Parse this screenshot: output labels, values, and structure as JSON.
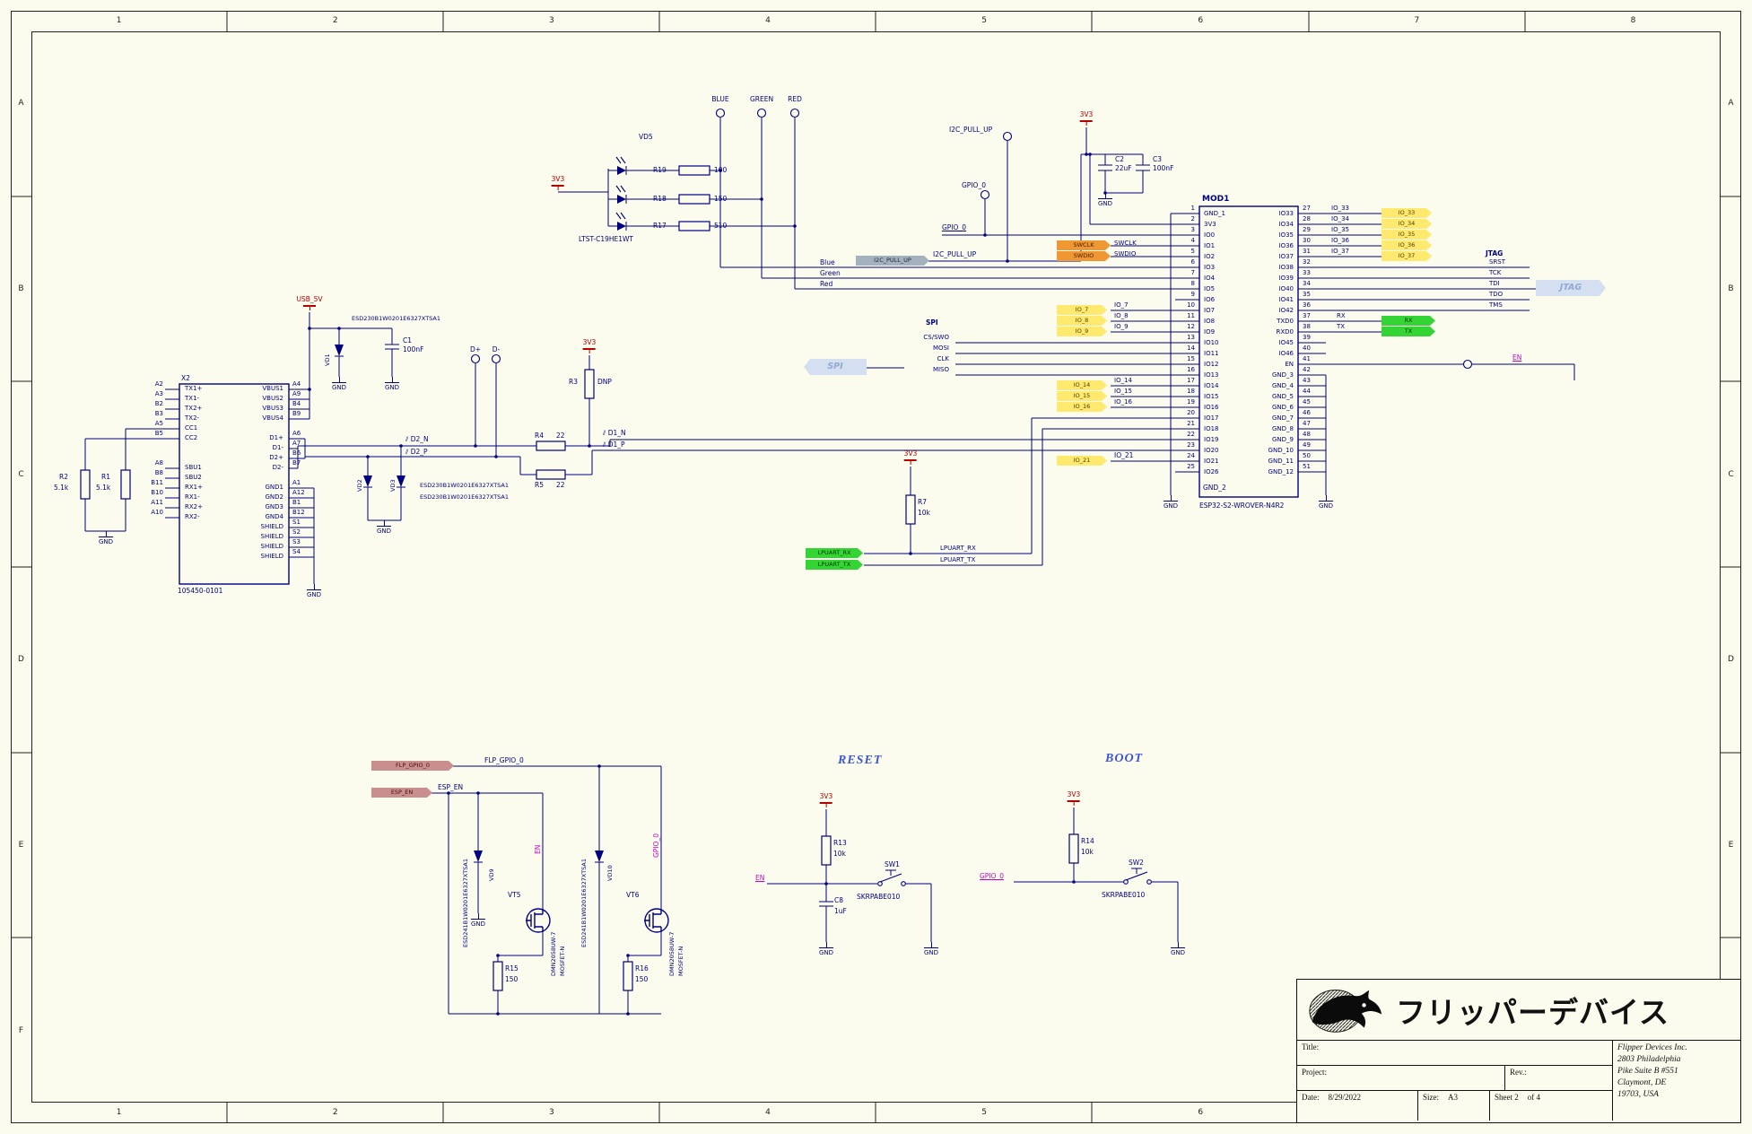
{
  "frame": {
    "cols": [
      "1",
      "2",
      "3",
      "4",
      "5",
      "6",
      "7",
      "8"
    ],
    "rows": [
      "A",
      "B",
      "C",
      "D",
      "E",
      "F"
    ]
  },
  "power": {
    "v3": "3V3",
    "gnd": "GND",
    "usb5v": "USB_5V"
  },
  "icons": {
    "diff_pair": "⫽"
  },
  "leds": {
    "refdes": "VD5",
    "part": "LTST-C19HE1WT",
    "ports": [
      "BLUE",
      "GREEN",
      "RED"
    ],
    "r": [
      {
        "ref": "R19",
        "val": "100"
      },
      {
        "ref": "R18",
        "val": "150"
      },
      {
        "ref": "R17",
        "val": "510"
      }
    ],
    "nets": [
      "Blue",
      "Green",
      "Red"
    ]
  },
  "i2c": {
    "port": "I2C_PULL_UP",
    "net": "I2C_PULL_UP",
    "flag": "I2C_PULL_UP",
    "gpio_port": "GPIO_0",
    "gpio_net": "GPIO_0",
    "c2": {
      "ref": "C2",
      "val": "22uF"
    },
    "c3": {
      "ref": "C3",
      "val": "100nF"
    }
  },
  "swd": {
    "flags": [
      "SWCLK",
      "SWDIO"
    ],
    "nets": [
      "SWCLK",
      "SWDIO"
    ]
  },
  "usb": {
    "refdes": "X2",
    "part": "105450-0101",
    "left": [
      {
        "d": "A2",
        "n": "TX1+"
      },
      {
        "d": "A3",
        "n": "TX1-"
      },
      {
        "d": "B2",
        "n": "TX2+"
      },
      {
        "d": "B3",
        "n": "TX2-"
      },
      {
        "d": "A5",
        "n": "CC1"
      },
      {
        "d": "B5",
        "n": "CC2"
      },
      {
        "d": "",
        "n": ""
      },
      {
        "d": "",
        "n": ""
      },
      {
        "d": "A8",
        "n": "SBU1"
      },
      {
        "d": "B8",
        "n": "SBU2"
      },
      {
        "d": "B11",
        "n": "RX1+"
      },
      {
        "d": "B10",
        "n": "RX1-"
      },
      {
        "d": "A11",
        "n": "RX2+"
      },
      {
        "d": "A10",
        "n": "RX2-"
      }
    ],
    "right": [
      {
        "d": "A4",
        "n": "VBUS1"
      },
      {
        "d": "A9",
        "n": "VBUS2"
      },
      {
        "d": "B4",
        "n": "VBUS3"
      },
      {
        "d": "B9",
        "n": "VBUS4"
      },
      {
        "d": "",
        "n": ""
      },
      {
        "d": "A6",
        "n": "D1+"
      },
      {
        "d": "A7",
        "n": "D1-"
      },
      {
        "d": "B6",
        "n": "D2+"
      },
      {
        "d": "B7",
        "n": "D2-"
      },
      {
        "d": "",
        "n": ""
      },
      {
        "d": "A1",
        "n": "GND1"
      },
      {
        "d": "A12",
        "n": "GND2"
      },
      {
        "d": "B1",
        "n": "GND3"
      },
      {
        "d": "B12",
        "n": "GND4"
      },
      {
        "d": "S1",
        "n": "SHIELD"
      },
      {
        "d": "S2",
        "n": "SHIELD"
      },
      {
        "d": "S3",
        "n": "SHIELD"
      },
      {
        "d": "S4",
        "n": "SHIELD"
      }
    ],
    "r1": {
      "ref": "R1",
      "val": "5.1k"
    },
    "r2": {
      "ref": "R2",
      "val": "5.1k"
    },
    "r3": {
      "ref": "R3",
      "val": "DNP"
    },
    "r4": {
      "ref": "R4",
      "val": "22"
    },
    "r5": {
      "ref": "R5",
      "val": "22"
    },
    "vd1": {
      "ref": "VD1",
      "part": "ESD230B1W0201E6327XTSA1"
    },
    "vd2": {
      "ref": "VD2",
      "part": "ESD230B1W0201E6327XTSA1"
    },
    "vd3": {
      "ref": "VD3",
      "part": "ESD230B1W0201E6327XTSA1"
    },
    "c1": {
      "ref": "C1",
      "val": "100nF"
    },
    "dp": "D+",
    "dm": "D-",
    "pairs": [
      "D2_N",
      "D2_P",
      "D1_N",
      "D1_P"
    ]
  },
  "spi": {
    "title": "SPI",
    "flag": "SPI",
    "nets": [
      "CS/SWO",
      "MOSI",
      "CLK",
      "MISO"
    ]
  },
  "io": {
    "g1": [
      "IO_7",
      "IO_8",
      "IO_9"
    ],
    "g2": [
      "IO_14",
      "IO_15",
      "IO_16"
    ],
    "g3": [
      "IO_21"
    ],
    "out": [
      "IO_33",
      "IO_34",
      "IO_35",
      "IO_36",
      "IO_37"
    ]
  },
  "lpuart": {
    "flags": [
      "LPUART_RX",
      "LPUART_TX"
    ],
    "nets": [
      "LPUART_RX",
      "LPUART_TX"
    ],
    "r7": {
      "ref": "R7",
      "val": "10k"
    }
  },
  "module": {
    "refdes": "MOD1",
    "part": "ESP32-S2-WROVER-N4R2",
    "gnd2": "GND_2",
    "en_net": "EN",
    "left": [
      {
        "num": "1",
        "name": "GND_1"
      },
      {
        "num": "2",
        "name": "3V3"
      },
      {
        "num": "3",
        "name": "IO0"
      },
      {
        "num": "4",
        "name": "IO1"
      },
      {
        "num": "5",
        "name": "IO2"
      },
      {
        "num": "6",
        "name": "IO3"
      },
      {
        "num": "7",
        "name": "IO4"
      },
      {
        "num": "8",
        "name": "IO5"
      },
      {
        "num": "9",
        "name": "IO6"
      },
      {
        "num": "10",
        "name": "IO7"
      },
      {
        "num": "11",
        "name": "IO8"
      },
      {
        "num": "12",
        "name": "IO9"
      },
      {
        "num": "13",
        "name": "IO10"
      },
      {
        "num": "14",
        "name": "IO11"
      },
      {
        "num": "15",
        "name": "IO12"
      },
      {
        "num": "16",
        "name": "IO13"
      },
      {
        "num": "17",
        "name": "IO14"
      },
      {
        "num": "18",
        "name": "IO15"
      },
      {
        "num": "19",
        "name": "IO16"
      },
      {
        "num": "20",
        "name": "IO17"
      },
      {
        "num": "21",
        "name": "IO18"
      },
      {
        "num": "22",
        "name": "IO19"
      },
      {
        "num": "23",
        "name": "IO20"
      },
      {
        "num": "24",
        "name": "IO21"
      },
      {
        "num": "25",
        "name": "IO26"
      }
    ],
    "right": [
      {
        "num": "27",
        "name": "IO33"
      },
      {
        "num": "28",
        "name": "IO34"
      },
      {
        "num": "29",
        "name": "IO35"
      },
      {
        "num": "30",
        "name": "IO36"
      },
      {
        "num": "31",
        "name": "IO37"
      },
      {
        "num": "32",
        "name": "IO38"
      },
      {
        "num": "33",
        "name": "IO39"
      },
      {
        "num": "34",
        "name": "IO40"
      },
      {
        "num": "35",
        "name": "IO41"
      },
      {
        "num": "36",
        "name": "IO42"
      },
      {
        "num": "37",
        "name": "TXD0"
      },
      {
        "num": "38",
        "name": "RXD0"
      },
      {
        "num": "39",
        "name": "IO45"
      },
      {
        "num": "40",
        "name": "IO46"
      },
      {
        "num": "41",
        "name": "EN"
      },
      {
        "num": "42",
        "name": "GND_3"
      },
      {
        "num": "43",
        "name": "GND_4"
      },
      {
        "num": "44",
        "name": "GND_5"
      },
      {
        "num": "45",
        "name": "GND_6"
      },
      {
        "num": "46",
        "name": "GND_7"
      },
      {
        "num": "47",
        "name": "GND_8"
      },
      {
        "num": "48",
        "name": "GND_9"
      },
      {
        "num": "49",
        "name": "GND_10"
      },
      {
        "num": "50",
        "name": "GND_11"
      },
      {
        "num": "51",
        "name": "GND_12"
      }
    ]
  },
  "jtag": {
    "title": "JTAG",
    "flag": "JTAG",
    "nets": [
      "SRST",
      "TCK",
      "TDI",
      "TDO",
      "TMS"
    ]
  },
  "uart": {
    "nets": [
      "RX",
      "TX"
    ],
    "flags": [
      "RX",
      "TX"
    ]
  },
  "shifter": {
    "flag_gpio": "FLP_GPIO_0",
    "flag_en": "ESP_EN",
    "net_gpio": "FLP_GPIO_0",
    "net_en": "ESP_EN",
    "en": "EN",
    "gpio": "GPIO_0",
    "vd9": {
      "ref": "VD9",
      "part": "ESD241B1W0201E6327XTSA1"
    },
    "vd10": {
      "ref": "VD10",
      "part": "ESD241B1W0201E6327XTSA1"
    },
    "vt5": {
      "ref": "VT5",
      "part": "DMN2058UW-7",
      "kind": "MOSFET-N"
    },
    "vt6": {
      "ref": "VT6",
      "part": "DMN2058UW-7",
      "kind": "MOSFET-N"
    },
    "r15": {
      "ref": "R15",
      "val": "150"
    },
    "r16": {
      "ref": "R16",
      "val": "150"
    }
  },
  "reset": {
    "title": "RESET",
    "net": "EN",
    "r13": {
      "ref": "R13",
      "val": "10k"
    },
    "sw": "SW1",
    "sw_part": "SKRPABE010",
    "c8": {
      "ref": "C8",
      "val": "1uF"
    }
  },
  "boot": {
    "title": "BOOT",
    "net": "GPIO_0",
    "r14": {
      "ref": "R14",
      "val": "10k"
    },
    "sw": "SW2",
    "sw_part": "SKRPABE010"
  },
  "titleblock": {
    "logo": "フリッパーデバイス",
    "title_label": "Title:",
    "project_label": "Project:",
    "rev_label": "Rev.:",
    "date_label": "Date:",
    "date": "8/29/2022",
    "size_label": "Size:",
    "size": "A3",
    "sheet": "Sheet 2",
    "of": "of  4",
    "company": [
      "Flipper Devices Inc.",
      "2803 Philadelphia",
      "Pike Suite B #551",
      "Claymont, DE",
      "19703, USA"
    ]
  }
}
